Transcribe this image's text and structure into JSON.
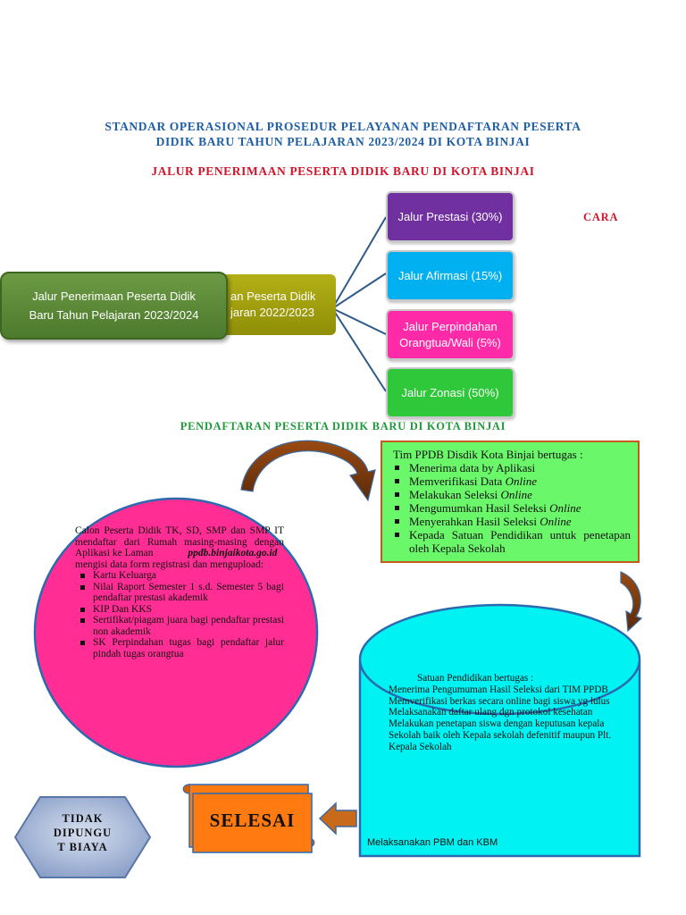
{
  "header": {
    "title_line1": "STANDAR OPERASIONAL PROSEDUR PELAYANAN PENDAFTARAN PESERTA",
    "title_line2": "DIDIK BARU TAHUN PELAJARAN 2023/2024 DI KOTA BINJAI",
    "subtitle": "JALUR PENERIMAAN PESERTA DIDIK BARU DI KOTA BINJAI",
    "cara": "CARA"
  },
  "jalur": {
    "main_line1": "Jalur Penerimaan Peserta Didik",
    "main_line2": "Baru Tahun Pelajaran 2023/2024",
    "behind_line1": "an Peserta Didik",
    "behind_line2": "jaran 2022/2023",
    "routes": [
      {
        "label": "Jalur Prestasi (30%)",
        "color": "#7030a0"
      },
      {
        "label": "Jalur Afirmasi (15%)",
        "color": "#00b0f0"
      },
      {
        "label": "Jalur Perpindahan Orangtua/Wali (5%)",
        "color": "#ff2aa8"
      },
      {
        "label": "Jalur Zonasi (50%)",
        "color": "#2fc83a"
      }
    ]
  },
  "pendaftaran_title": "PENDAFTARAN PESERTA DIDIK BARU DI KOTA BINJAI",
  "tim": {
    "heading": "Tim PPDB Disdik Kota Binjai bertugas :",
    "items": [
      {
        "text": "Menerima data by Aplikasi",
        "em": ""
      },
      {
        "text": "Memverifikasi Data ",
        "em": "Online"
      },
      {
        "text": "Melakukan Seleksi ",
        "em": "Online"
      },
      {
        "text": "Mengumumkan Hasil Seleksi ",
        "em": "Online"
      },
      {
        "text": "Menyerahkan Hasil Seleksi ",
        "em": "Online"
      },
      {
        "text": "Kepada Satuan Pendidikan untuk penetapan oleh Kepala Sekolah",
        "em": ""
      }
    ]
  },
  "calon": {
    "intro": "Calon Peserta Didik TK, SD, SMP dan SMP IT mendaftar dari Rumah masing-masing dengan Aplikasi ke Laman",
    "url": "ppdb.binjaikota.go.id",
    "intro2": "mengisi data form registrasi dan mengupload:",
    "items": [
      "Kartu Keluarga",
      "Nilai Raport Semester 1 s.d. Semester 5 bagi pendaftar prestasi akademik",
      "KIP Dan KKS",
      "Sertifikat/piagam juara bagi pendaftar prestasi non akademik",
      "SK Perpindahan tugas bagi pendaftar jalur pindah tugas orangtua"
    ]
  },
  "satuan": {
    "heading": "Satuan Pendidikan bertugas :",
    "items": [
      "Menerima Pengumuman Hasil Seleksi dari TIM PPDB",
      "Memverifikasi berkas secara online bagi siswa yg lulus",
      "Melaksanakan daftar ulang dgn protokol kesehatan",
      "Melakukan penetapan siswa dengan keputusan kepala Sekolah baik oleh Kepala sekolah defenitif maupun Plt. Kepala Sekolah"
    ],
    "footer": "Melaksanakan PBM dan KBM"
  },
  "selesai": "SELESAI",
  "tidak": {
    "line1": "TIDAK",
    "line2": "DIPUNGU",
    "line3": "T BIAYA"
  }
}
